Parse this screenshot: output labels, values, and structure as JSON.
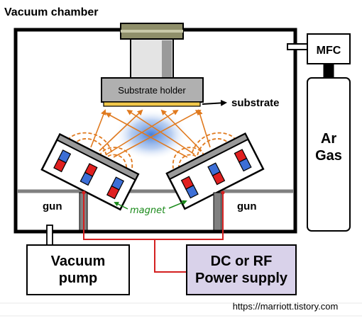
{
  "diagram": {
    "title": "Vacuum chamber",
    "substrate_holder_label": "Substrate holder",
    "substrate_label": "substrate",
    "mfc_label": "MFC",
    "gas_label_line1": "Ar",
    "gas_label_line2": "Gas",
    "gun_left_label": "gun",
    "gun_right_label": "gun",
    "magnet_label": "magnet",
    "pump_label_line1": "Vacuum",
    "pump_label_line2": "pump",
    "power_label_line1": "DC or RF",
    "power_label_line2": "Power supply",
    "watermark": "https://marriott.tistory.com"
  },
  "colors": {
    "chamber_wall": "#000000",
    "plasma": "#4f86d8",
    "sputter_arrows": "#e07a1f",
    "holder": "#b0b0b0",
    "substrate": "#f2c84b",
    "flange": "#8f8f6a",
    "power_supply_fill": "#d9d2ea",
    "wiring": "#d42020",
    "magnet_red": "#e02020",
    "magnet_blue": "#3d6fd6",
    "magnet_label": "#1a8a1a",
    "floor_gray": "#808080"
  }
}
